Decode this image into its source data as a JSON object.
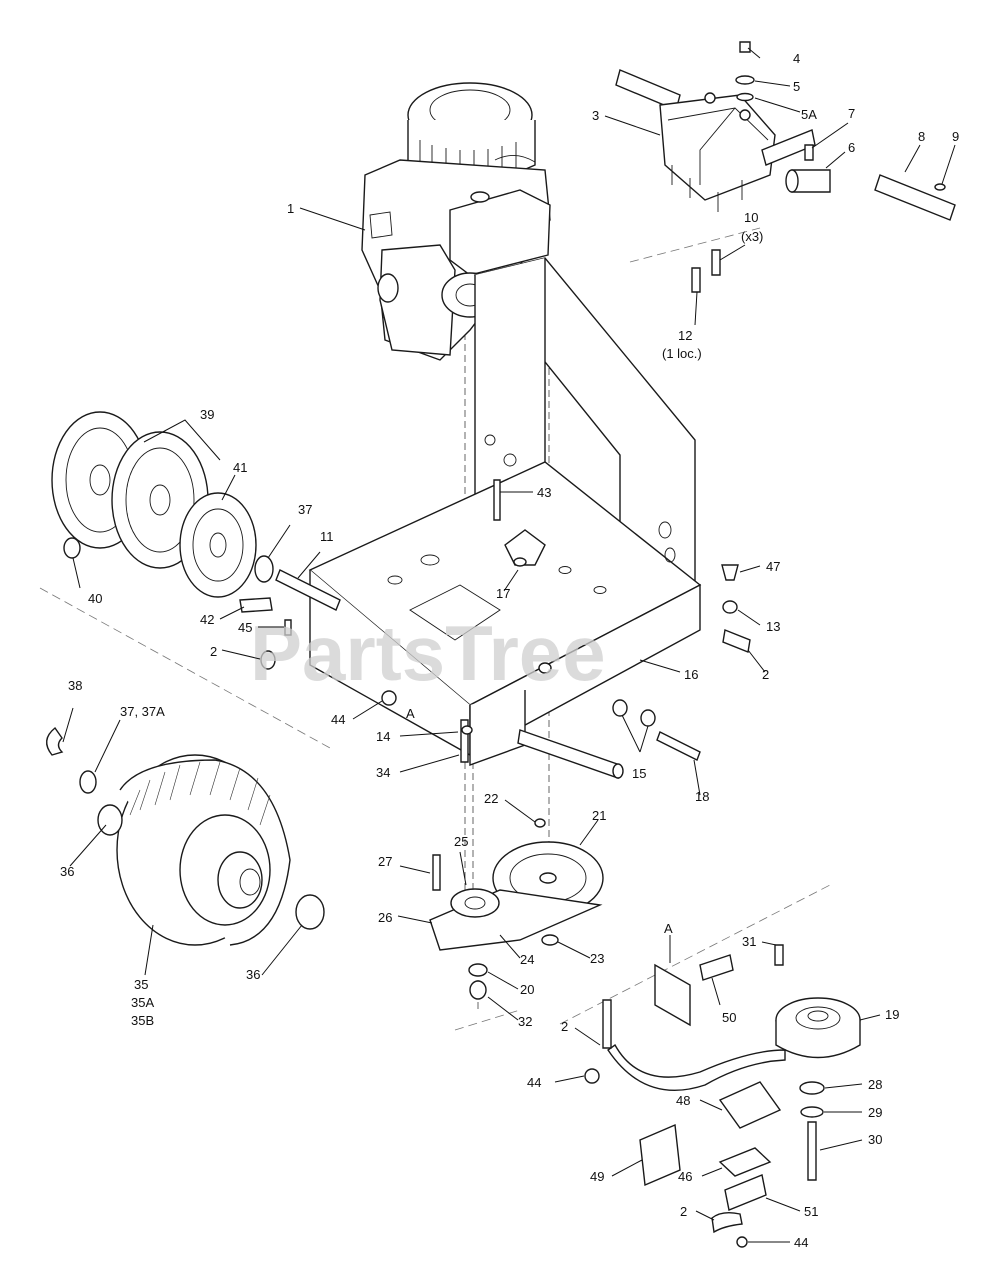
{
  "watermark": "PartsTree",
  "callouts": [
    {
      "id": "c1",
      "text": "1"
    },
    {
      "id": "c2a",
      "text": "2"
    },
    {
      "id": "c2b",
      "text": "2"
    },
    {
      "id": "c2c",
      "text": "2"
    },
    {
      "id": "c2d",
      "text": "2"
    },
    {
      "id": "c3",
      "text": "3"
    },
    {
      "id": "c4",
      "text": "4"
    },
    {
      "id": "c5",
      "text": "5"
    },
    {
      "id": "c5A",
      "text": "5A"
    },
    {
      "id": "c6",
      "text": "6"
    },
    {
      "id": "c7",
      "text": "7"
    },
    {
      "id": "c8",
      "text": "8"
    },
    {
      "id": "c9",
      "text": "9"
    },
    {
      "id": "c10",
      "text": "10"
    },
    {
      "id": "c10x",
      "text": "(x3)"
    },
    {
      "id": "c11",
      "text": "11"
    },
    {
      "id": "c12",
      "text": "12"
    },
    {
      "id": "c12l",
      "text": "(1 loc.)"
    },
    {
      "id": "c13",
      "text": "13"
    },
    {
      "id": "c14",
      "text": "14"
    },
    {
      "id": "c15",
      "text": "15"
    },
    {
      "id": "c16",
      "text": "16"
    },
    {
      "id": "c17",
      "text": "17"
    },
    {
      "id": "c18",
      "text": "18"
    },
    {
      "id": "c19",
      "text": "19"
    },
    {
      "id": "c20",
      "text": "20"
    },
    {
      "id": "c21",
      "text": "21"
    },
    {
      "id": "c22",
      "text": "22"
    },
    {
      "id": "c23",
      "text": "23"
    },
    {
      "id": "c24",
      "text": "24"
    },
    {
      "id": "c25",
      "text": "25"
    },
    {
      "id": "c26",
      "text": "26"
    },
    {
      "id": "c27",
      "text": "27"
    },
    {
      "id": "c28",
      "text": "28"
    },
    {
      "id": "c29",
      "text": "29"
    },
    {
      "id": "c30",
      "text": "30"
    },
    {
      "id": "c31",
      "text": "31"
    },
    {
      "id": "c32",
      "text": "32"
    },
    {
      "id": "c34",
      "text": "34"
    },
    {
      "id": "c35",
      "text": "35"
    },
    {
      "id": "c35A",
      "text": "35A"
    },
    {
      "id": "c35B",
      "text": "35B"
    },
    {
      "id": "c36a",
      "text": "36"
    },
    {
      "id": "c36b",
      "text": "36"
    },
    {
      "id": "c37",
      "text": "37"
    },
    {
      "id": "c3737A",
      "text": "37, 37A"
    },
    {
      "id": "c38",
      "text": "38"
    },
    {
      "id": "c39",
      "text": "39"
    },
    {
      "id": "c40",
      "text": "40"
    },
    {
      "id": "c41",
      "text": "41"
    },
    {
      "id": "c42",
      "text": "42"
    },
    {
      "id": "c43",
      "text": "43"
    },
    {
      "id": "c44a",
      "text": "44"
    },
    {
      "id": "c44b",
      "text": "44"
    },
    {
      "id": "c44c",
      "text": "44"
    },
    {
      "id": "c45",
      "text": "45"
    },
    {
      "id": "c46",
      "text": "46"
    },
    {
      "id": "c47",
      "text": "47"
    },
    {
      "id": "c48",
      "text": "48"
    },
    {
      "id": "c49",
      "text": "49"
    },
    {
      "id": "c50",
      "text": "50"
    },
    {
      "id": "c51",
      "text": "51"
    },
    {
      "id": "cA1",
      "text": "A"
    },
    {
      "id": "cA2",
      "text": "A"
    }
  ]
}
